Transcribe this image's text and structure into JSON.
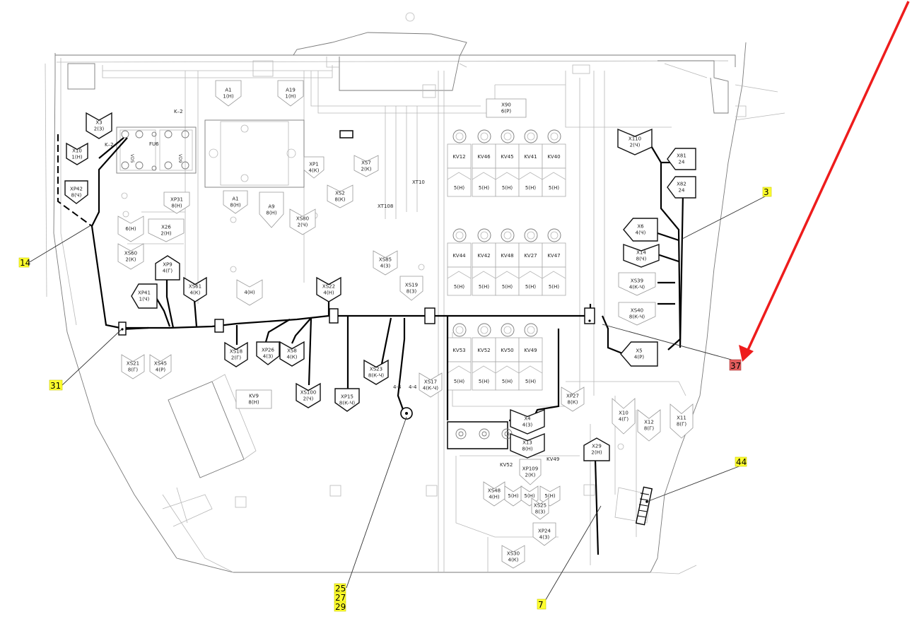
{
  "colors": {
    "callout": "#ffff2e",
    "highlight": "#e35d5d",
    "arrow": "#ee1c1c",
    "harness": "#000000"
  },
  "callouts": [
    {
      "id": "c14",
      "text": "14"
    },
    {
      "id": "c31",
      "text": "31"
    },
    {
      "id": "c3",
      "text": "3"
    },
    {
      "id": "c37",
      "text": "37"
    },
    {
      "id": "c44",
      "text": "44"
    },
    {
      "id": "c7",
      "text": "7"
    },
    {
      "id": "c25",
      "text": "25"
    },
    {
      "id": "c27",
      "text": "27"
    },
    {
      "id": "c29",
      "text": "29"
    }
  ],
  "connectors": {
    "x3": [
      "X3",
      "2(З)"
    ],
    "x10": [
      "X10",
      "1(Н)"
    ],
    "xp42": [
      "XP42",
      "8(Ч)"
    ],
    "k2a": [
      "K–2"
    ],
    "k2b": [
      "K–2"
    ],
    "fu6": [
      "FU6"
    ],
    "vd5": [
      "VD5"
    ],
    "vd9": [
      "VD9"
    ],
    "a1": [
      "A1",
      "1(Н)"
    ],
    "a19": [
      "A19",
      "1(Н)"
    ],
    "a1b": [
      "A1",
      "8(Н)"
    ],
    "a9": [
      "A9",
      "8(Н)"
    ],
    "xp1": [
      "XP1",
      "4(К)"
    ],
    "xs2": [
      "XS2",
      "8(К)"
    ],
    "xs7": [
      "XS7",
      "2(К)"
    ],
    "xt10": [
      "XT10"
    ],
    "xt108": [
      "XT108"
    ],
    "x90": [
      "X90",
      "6(Р)"
    ],
    "xp31": [
      "XP31",
      "8(Н)"
    ],
    "xs80": [
      "XS80",
      "2(Ч)"
    ],
    "x26": [
      "X26",
      "2(Н)"
    ],
    "x6h": [
      "6(Н)"
    ],
    "xs60": [
      "XS60",
      "2(К)"
    ],
    "xp9": [
      "XP9",
      "4(Г)"
    ],
    "xs61": [
      "XS61",
      "4(К)"
    ],
    "x4h": [
      "4(Н)"
    ],
    "xp41": [
      "XP41",
      "1(Ч)"
    ],
    "xs22": [
      "XS22",
      "4(Н)"
    ],
    "xs85": [
      "XS85",
      "4(З)"
    ],
    "xs19": [
      "XS19",
      "8(З)"
    ],
    "xs21": [
      "XS21",
      "8(Г)"
    ],
    "xs45": [
      "XS45",
      "4(Р)"
    ],
    "xs18": [
      "XS18",
      "2(Г)"
    ],
    "xp26": [
      "XP26",
      "4(З)"
    ],
    "xs8": [
      "XS8",
      "4(К)"
    ],
    "xs23": [
      "XS23",
      "8(К-Ч)"
    ],
    "xs100": [
      "XS100",
      "2(Ч)"
    ],
    "xp15": [
      "XP15",
      "8(К-Ч)"
    ],
    "kv9": [
      "KV9",
      "8(Н)"
    ],
    "xs17": [
      "XS17",
      "4(К-Ч)"
    ],
    "w44a": [
      "4-4"
    ],
    "w44b": [
      "4-4"
    ],
    "xp27": [
      "XP27",
      "8(К)"
    ],
    "x110": [
      "X110",
      "2(Ч)"
    ],
    "x81": [
      "X81",
      "24"
    ],
    "x82": [
      "X82",
      "24"
    ],
    "x6": [
      "X6",
      "4(Ч)"
    ],
    "x14": [
      "X14",
      "8(Ч)"
    ],
    "xs39": [
      "XS39",
      "4(К-Ч)"
    ],
    "xs40": [
      "XS40",
      "8(К-Ч)"
    ],
    "x5": [
      "X5",
      "4(Р)"
    ],
    "x4": [
      "X4",
      "4(З)"
    ],
    "x13": [
      "X13",
      "8(Н)"
    ],
    "kv52b": [
      "KV52"
    ],
    "xp109": [
      "XP109",
      "2(К)"
    ],
    "kv49b": [
      "KV49"
    ],
    "xs48": [
      "XS48",
      "4(Н)"
    ],
    "x5h": [
      "5(Н)"
    ],
    "x5h2": [
      "5(Н)"
    ],
    "x5h3": [
      "5(Н)"
    ],
    "xs25": [
      "XS25",
      "8(З)"
    ],
    "xp24": [
      "XP24",
      "4(З)"
    ],
    "xs30": [
      "XS30",
      "4(К)"
    ],
    "x29": [
      "X29",
      "2(Н)"
    ],
    "x10b": [
      "X10",
      "4(Г)"
    ],
    "x12": [
      "X12",
      "8(Г)"
    ],
    "x11": [
      "X11",
      "8(Г)"
    ]
  },
  "relay_rows": [
    {
      "names": [
        "KV12",
        "KV46",
        "KV45",
        "KV41",
        "KV40"
      ],
      "sub": "5(Н)"
    },
    {
      "names": [
        "KV44",
        "KV42",
        "KV48",
        "KV27",
        "KV47"
      ],
      "sub": "5(Н)"
    },
    {
      "names": [
        "KV53",
        "KV52",
        "KV50",
        "KV49"
      ],
      "sub": "5(Н)"
    }
  ]
}
